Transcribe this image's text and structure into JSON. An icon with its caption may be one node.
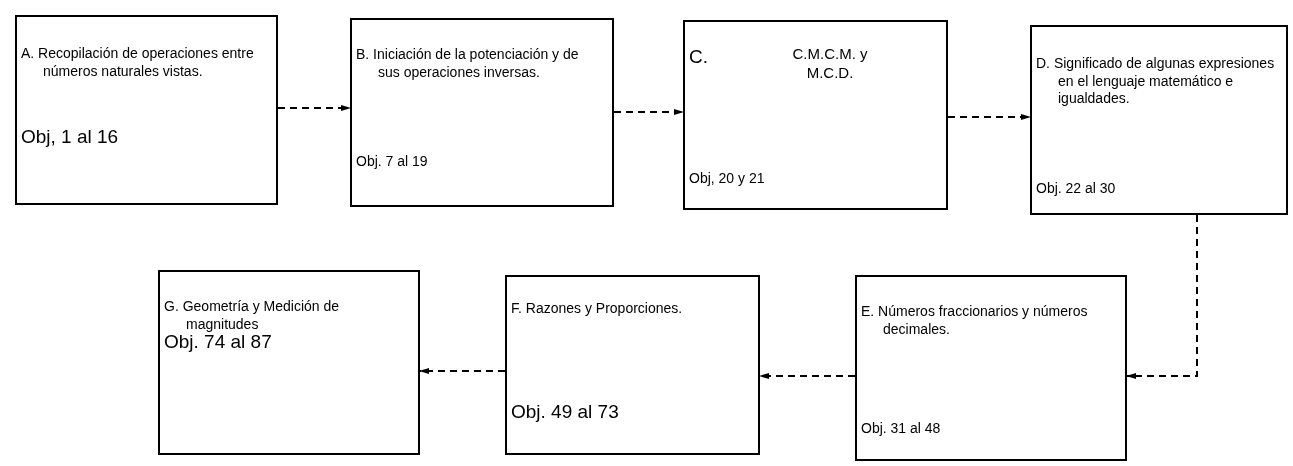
{
  "diagram": {
    "nodes": [
      {
        "text": [
          "A. Recopilación de operaciones entre números naturales vistas.",
          "Obj, 1 al 16"
        ]
      },
      {
        "text": [
          "B. Iniciación de la potenciación y de sus operaciones inversas.",
          "Obj. 7 al 19"
        ]
      },
      {
        "text": [
          "C.",
          "C.M.C.M. y M.C.D.",
          "Obj, 20 y 21"
        ]
      },
      {
        "text": [
          "D. Significado de algunas expresiones en el lenguaje matemático e igualdades.",
          "Obj. 22 al 30"
        ]
      },
      {
        "text": [
          "E. Números fraccionarios y números decimales.",
          "Obj. 31 al 48"
        ]
      },
      {
        "text": [
          "F. Razones y Proporciones.",
          "Obj. 49 al 73"
        ]
      },
      {
        "text": [
          "G. Geometría y Medición de magnitudes",
          "Obj. 74 al 87"
        ]
      }
    ],
    "edges": [
      {
        "from": 0,
        "to": 1,
        "arrow": "to",
        "style": "dashed"
      },
      {
        "from": 1,
        "to": 2,
        "arrow": "to",
        "style": "dashed"
      },
      {
        "from": 2,
        "to": 3,
        "arrow": "to",
        "style": "dashed"
      },
      {
        "from": 3,
        "to": 4,
        "arrow": "to",
        "style": "dashed"
      },
      {
        "from": 4,
        "to": 5,
        "arrow": "to",
        "style": "dashed"
      },
      {
        "from": 5,
        "to": 6,
        "arrow": "to",
        "style": "dashed"
      }
    ]
  }
}
